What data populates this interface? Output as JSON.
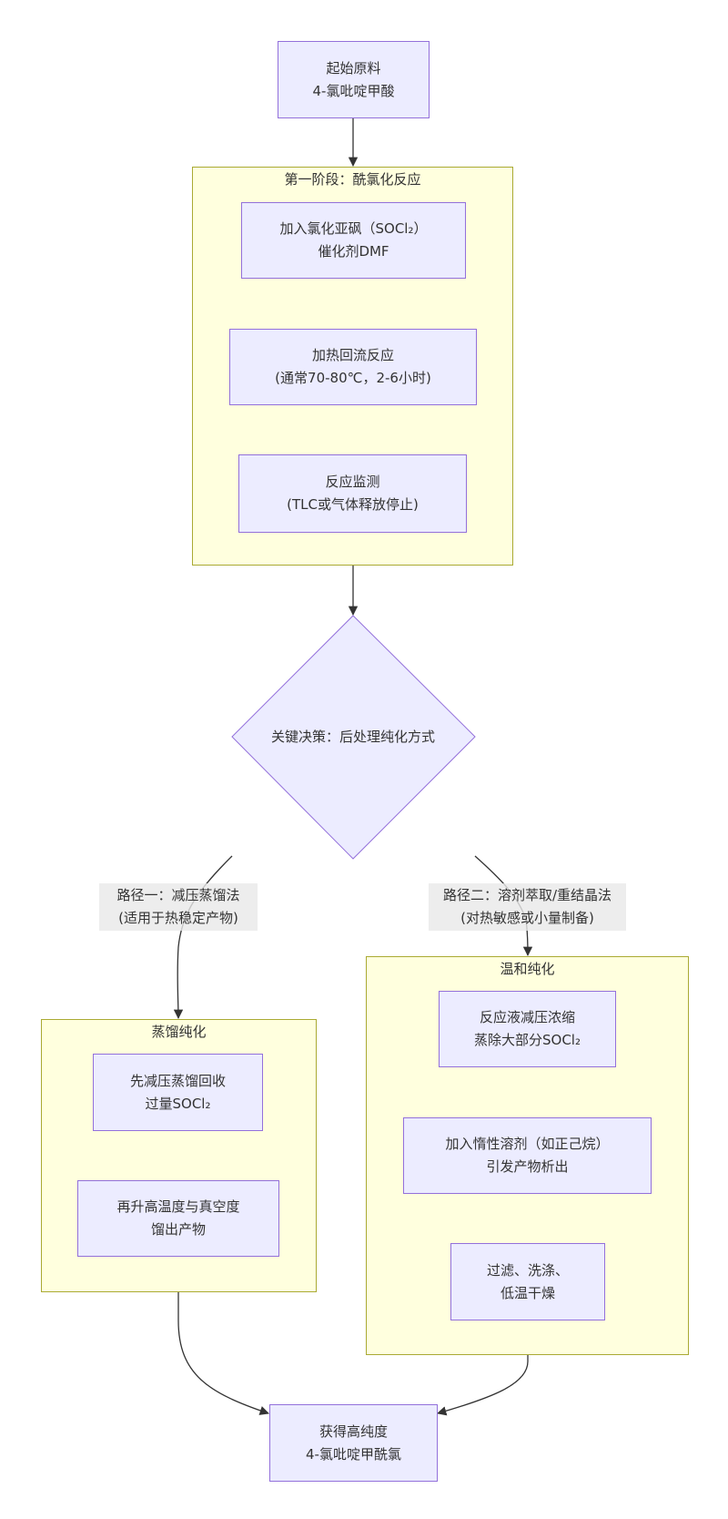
{
  "diagram": {
    "type": "flowchart",
    "colors": {
      "node_fill": "#ececff",
      "node_border": "#9370db",
      "cluster_fill": "#ffffde",
      "cluster_border": "#aaaa33",
      "edge": "#333333",
      "edge_label_bg": "#e8e8e8"
    },
    "nodes": {
      "start": {
        "line1": "起始原料",
        "line2": "4-氯吡啶甲酸"
      },
      "phase1_step1": {
        "line1": "加入氯化亚砜（SOCl₂）",
        "line2": "催化剂DMF"
      },
      "phase1_step2": {
        "line1": "加热回流反应",
        "line2": "(通常70-80℃，2-6小时)"
      },
      "phase1_step3": {
        "line1": "反应监测",
        "line2": "(TLC或气体释放停止)"
      },
      "decision": {
        "label": "关键决策：后处理纯化方式"
      },
      "distill_step1": {
        "line1": "先减压蒸馏回收",
        "line2": "过量SOCl₂"
      },
      "distill_step2": {
        "line1": "再升高温度与真空度",
        "line2": "馏出产物"
      },
      "mild_step1": {
        "line1": "反应液减压浓缩",
        "line2": "蒸除大部分SOCl₂"
      },
      "mild_step2": {
        "line1": "加入惰性溶剂（如正己烷）",
        "line2": "引发产物析出"
      },
      "mild_step3": {
        "line1": "过滤、洗涤、",
        "line2": "低温干燥"
      },
      "final": {
        "line1": "获得高纯度",
        "line2": "4-氯吡啶甲酰氯"
      }
    },
    "clusters": {
      "phase1": {
        "title": "第一阶段：酰氯化反应"
      },
      "distill": {
        "title": "蒸馏纯化"
      },
      "mild": {
        "title": "温和纯化"
      }
    },
    "edge_labels": {
      "path1": {
        "line1": "路径一：减压蒸馏法",
        "line2": "(适用于热稳定产物)"
      },
      "path2": {
        "line1": "路径二：溶剂萃取/重结晶法",
        "line2": "(对热敏感或小量制备)"
      }
    },
    "edges": [
      {
        "from": "start",
        "to": "phase1"
      },
      {
        "from": "phase1",
        "to": "decision"
      },
      {
        "from": "decision",
        "to": "distill",
        "label": "path1"
      },
      {
        "from": "decision",
        "to": "mild",
        "label": "path2"
      },
      {
        "from": "distill",
        "to": "final"
      },
      {
        "from": "mild",
        "to": "final"
      }
    ]
  }
}
